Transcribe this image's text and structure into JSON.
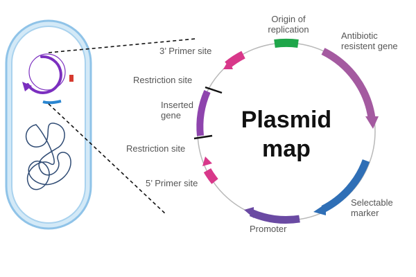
{
  "diagram": {
    "center_title": [
      "Plasmid",
      "map"
    ],
    "labels": {
      "origin": [
        "Origin of",
        "replication"
      ],
      "antibiotic": [
        "Antibiotic",
        "resistent gene"
      ],
      "primer3": "3’ Primer site",
      "restriction_top": "Restriction site",
      "inserted": [
        "Inserted",
        "gene"
      ],
      "restriction_bottom": "Restriction site",
      "primer5": "5’ Primer site",
      "selectable": [
        "Selectable",
        "marker"
      ],
      "promoter": "Promoter"
    }
  },
  "colors": {
    "origin": "#1fa64a",
    "antibiotic": "#a45aa0",
    "selectable": "#2f6fb6",
    "promoter": "#6a4aa3",
    "primer": "#d8388a",
    "inserted": "#8e44ad",
    "cell_fill": "#d9ecf7",
    "cell_border": "#8fc3e8",
    "mini_plasmid": "#7b2fbf",
    "mini_red": "#d63a2f",
    "mini_blue": "#2a86d1",
    "chromosome": "#2e4a73"
  }
}
